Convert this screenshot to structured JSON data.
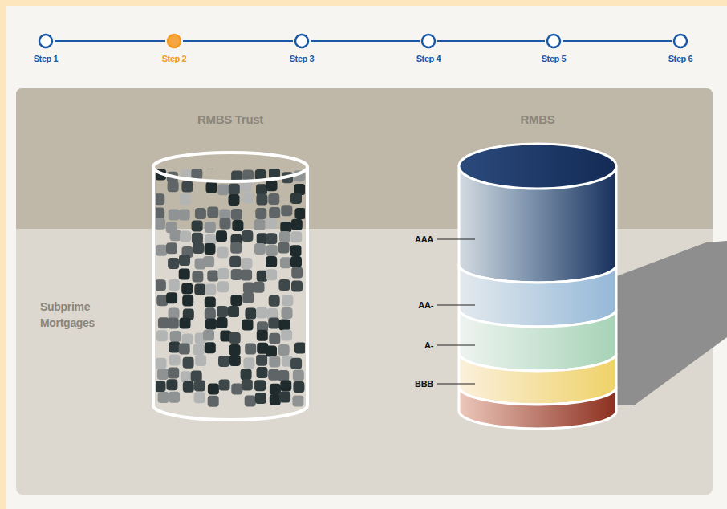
{
  "diagram": {
    "nodes": [
      {
        "text": [
          "Step 1"
        ]
      },
      {
        "text": [
          "Step 2"
        ]
      },
      {
        "text": [
          "Step 3"
        ]
      },
      {
        "text": [
          "Step 4"
        ]
      },
      {
        "text": [
          "Step 5"
        ]
      },
      {
        "text": [
          "Step 6"
        ]
      },
      {
        "text": [
          "RMBS Trust"
        ]
      },
      {
        "text": [
          "RMBS"
        ]
      },
      {
        "text": [
          "AAA"
        ],
        "in": 7
      },
      {
        "text": [
          "AA-"
        ],
        "in": 7
      },
      {
        "text": [
          "A-"
        ],
        "in": 7
      },
      {
        "text": [
          "BBB"
        ],
        "in": 7
      }
    ],
    "edges": [
      {
        "from": 0,
        "to": 1,
        "arrow": "none"
      },
      {
        "from": 1,
        "to": 2,
        "arrow": "none"
      },
      {
        "from": 2,
        "to": 3,
        "arrow": "none"
      },
      {
        "from": 3,
        "to": 4,
        "arrow": "none"
      },
      {
        "from": 4,
        "to": 5,
        "arrow": "none"
      }
    ],
    "labels": [
      "Subprime Mortgages"
    ]
  }
}
